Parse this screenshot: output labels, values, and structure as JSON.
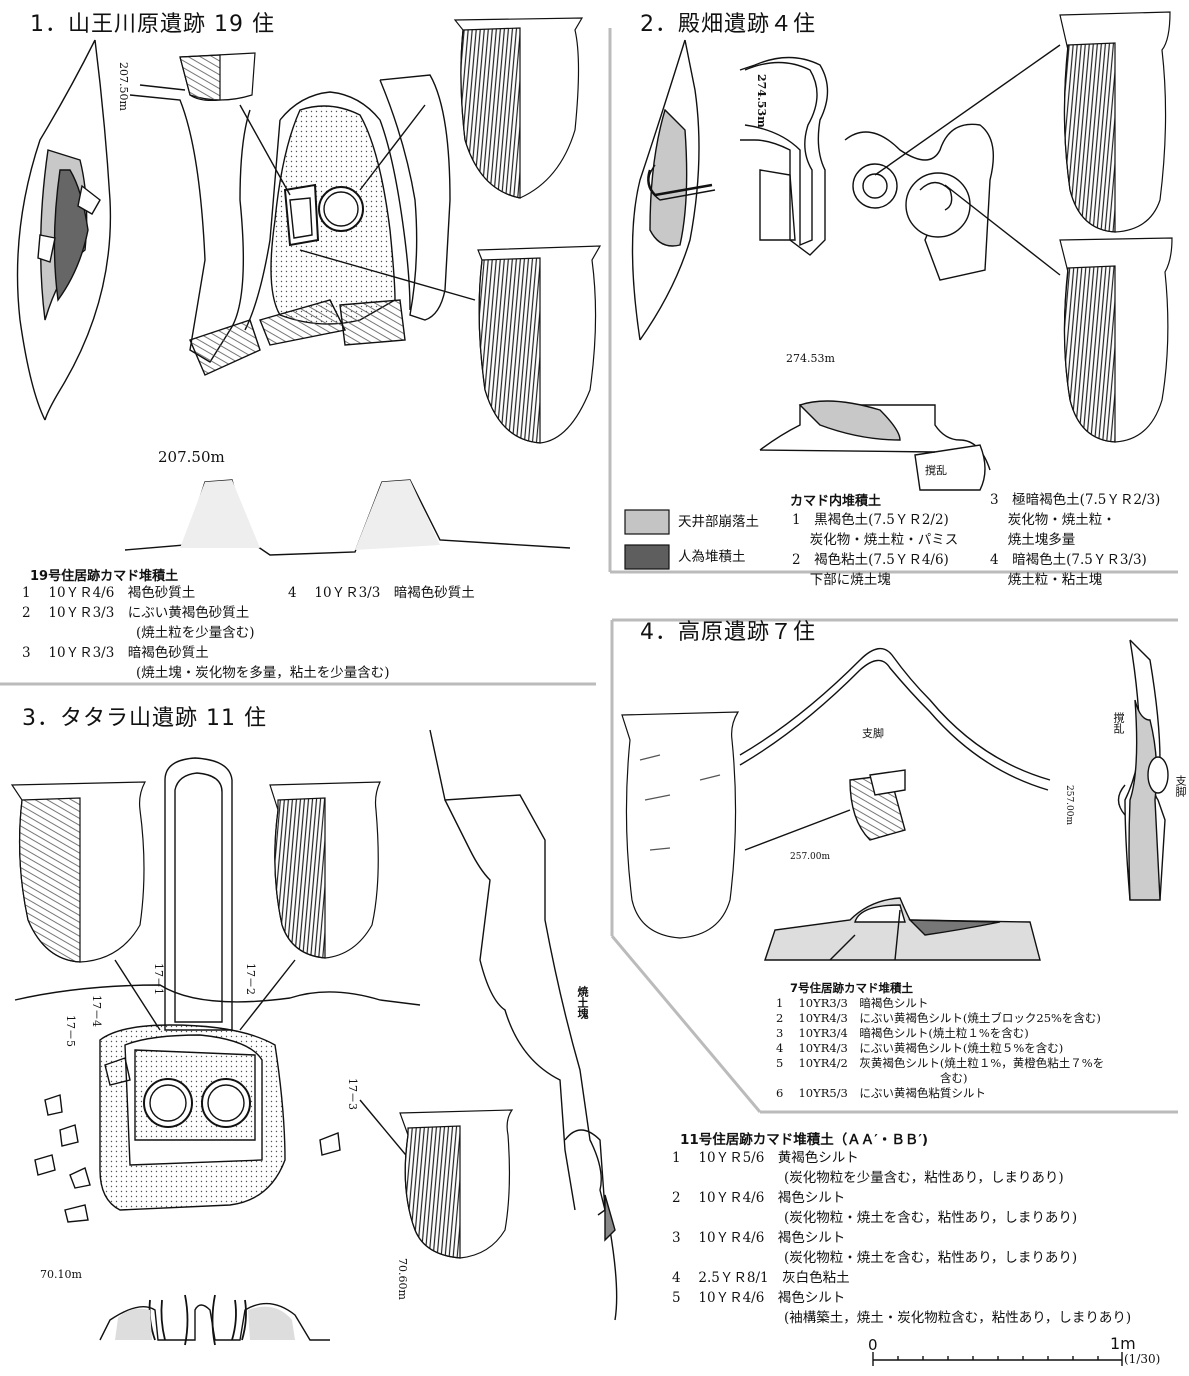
{
  "panels": {
    "p1": {
      "title": "1．山王川原遺跡 19 住",
      "elev_b": "207.50m",
      "elev_a": "207.50m",
      "legend_title": "19号住居跡カマド堆積土",
      "legend": [
        {
          "n": "1",
          "code": "10ＹＲ4/6",
          "desc": "褐色砂質土"
        },
        {
          "n": "2",
          "code": "10ＹＲ3/3",
          "desc": "にぶい黄褐色砂質土",
          "note": "(焼土粒を少量含む)"
        },
        {
          "n": "3",
          "code": "10ＹＲ3/3",
          "desc": "暗褐色砂質土",
          "note": "(焼土塊・炭化物を多量，粘土を少量含む)"
        },
        {
          "n": "4",
          "code": "10ＹＲ3/3",
          "desc": "暗褐色砂質土"
        }
      ]
    },
    "p2": {
      "title": "2．殿畑遺跡４住",
      "elev_c": "274.53m",
      "elev_d": "274.53m",
      "disturb": "撹乱",
      "fill_legend": [
        {
          "label": "天井部崩落土",
          "color": "#c4c4c4"
        },
        {
          "label": "人為堆積土",
          "color": "#5e5e5e"
        }
      ],
      "legend_title": "カマド内堆積土",
      "legend": [
        {
          "n": "1",
          "text": "黒褐色土(7.5ＹＲ2/2)"
        },
        {
          "n": "",
          "text": "炭化物・焼土粒・パミス"
        },
        {
          "n": "2",
          "text": "褐色粘土(7.5ＹＲ4/6)"
        },
        {
          "n": "",
          "text": "下部に焼土塊"
        },
        {
          "n": "3",
          "text": "極暗褐色土(7.5ＹＲ2/3)"
        },
        {
          "n": "",
          "text": "炭化物・焼土粒・"
        },
        {
          "n": "",
          "text": "焼土塊多量"
        },
        {
          "n": "4",
          "text": "暗褐色土(7.5ＹＲ3/3)"
        },
        {
          "n": "",
          "text": "焼土粒・粘土塊"
        }
      ]
    },
    "p3": {
      "title": "3．タタラ山遺跡 11 住",
      "vessels": [
        "17－1",
        "17－2",
        "17－3",
        "17－4",
        "17－5"
      ],
      "elev_b": "70.10m",
      "elev_a": "70.60m",
      "burnt_soil": "焼土塊",
      "legend_title": "11号住居跡カマド堆積土（ＡＡ′・ＢＢ′)",
      "legend": [
        {
          "n": "1",
          "code": "10ＹＲ5/6",
          "desc": "黄褐色シルト",
          "note": "(炭化物粒を少量含む，粘性あり，しまりあり)"
        },
        {
          "n": "2",
          "code": "10ＹＲ4/6",
          "desc": "褐色シルト",
          "note": "(炭化物粒・焼土を含む，粘性あり，しまりあり)"
        },
        {
          "n": "3",
          "code": "10ＹＲ4/6",
          "desc": "褐色シルト",
          "note": "(炭化物粒・焼土を含む，粘性あり，しまりあり)"
        },
        {
          "n": "4",
          "code": "2.5ＹＲ8/1",
          "desc": "灰白色粘土",
          "note": ""
        },
        {
          "n": "5",
          "code": "10ＹＲ4/6",
          "desc": "褐色シルト",
          "note": "(袖構築土，焼土・炭化物粒含む，粘性あり，しまりあり)"
        }
      ]
    },
    "p4": {
      "title": "4．高原遺跡７住",
      "support": "支脚",
      "disturb": "撹乱",
      "elev_a": "257.00m",
      "elev_b": "257.00m",
      "legend_title": "7号住居跡カマド堆積土",
      "legend": [
        {
          "n": "1",
          "code": "10YR3/3",
          "desc": "暗褐色シルト"
        },
        {
          "n": "2",
          "code": "10YR4/3",
          "desc": "にぶい黄褐色シルト(焼土ブロック25%を含む)"
        },
        {
          "n": "3",
          "code": "10YR3/4",
          "desc": "暗褐色シルト(焼土粒１%を含む)"
        },
        {
          "n": "4",
          "code": "10YR4/3",
          "desc": "にぶい黄褐色シルト(焼土粒５%を含む)"
        },
        {
          "n": "5",
          "code": "10YR4/2",
          "desc": "灰黄褐色シルト(焼土粒１%，黄橙色粘土７%を"
        },
        {
          "n": "",
          "code": "",
          "desc": "含む)"
        },
        {
          "n": "6",
          "code": "10YR5/3",
          "desc": "にぶい黄褐色粘質シルト"
        }
      ]
    }
  },
  "scale": {
    "zero": "0",
    "one": "1m",
    "ratio": "(1/30)"
  }
}
